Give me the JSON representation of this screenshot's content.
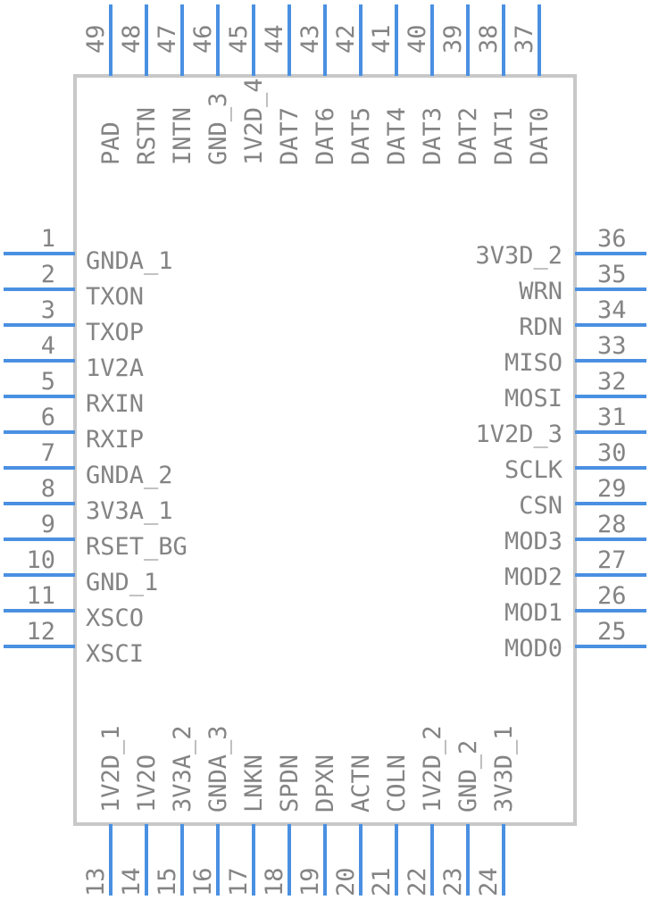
{
  "component": {
    "body_color": "#c8c8c8",
    "pin_color": "#4a90e2",
    "text_color": "#848484"
  },
  "pins": {
    "left": [
      {
        "number": "1",
        "name": "GNDA_1"
      },
      {
        "number": "2",
        "name": "TXON"
      },
      {
        "number": "3",
        "name": "TXOP"
      },
      {
        "number": "4",
        "name": "1V2A"
      },
      {
        "number": "5",
        "name": "RXIN"
      },
      {
        "number": "6",
        "name": "RXIP"
      },
      {
        "number": "7",
        "name": "GNDA_2"
      },
      {
        "number": "8",
        "name": "3V3A_1"
      },
      {
        "number": "9",
        "name": "RSET_BG"
      },
      {
        "number": "10",
        "name": "GND_1"
      },
      {
        "number": "11",
        "name": "XSCO"
      },
      {
        "number": "12",
        "name": "XSCI"
      }
    ],
    "bottom": [
      {
        "number": "13",
        "name": "1V2D_1"
      },
      {
        "number": "14",
        "name": "1V2O"
      },
      {
        "number": "15",
        "name": "3V3A_2"
      },
      {
        "number": "16",
        "name": "GNDA_3"
      },
      {
        "number": "17",
        "name": "LNKN"
      },
      {
        "number": "18",
        "name": "SPDN"
      },
      {
        "number": "19",
        "name": "DPXN"
      },
      {
        "number": "20",
        "name": "ACTN"
      },
      {
        "number": "21",
        "name": "COLN"
      },
      {
        "number": "22",
        "name": "1V2D_2"
      },
      {
        "number": "23",
        "name": "GND_2"
      },
      {
        "number": "24",
        "name": "3V3D_1"
      }
    ],
    "right": [
      {
        "number": "25",
        "name": "MOD0"
      },
      {
        "number": "26",
        "name": "MOD1"
      },
      {
        "number": "27",
        "name": "MOD2"
      },
      {
        "number": "28",
        "name": "MOD3"
      },
      {
        "number": "29",
        "name": "CSN"
      },
      {
        "number": "30",
        "name": "SCLK"
      },
      {
        "number": "31",
        "name": "1V2D_3"
      },
      {
        "number": "32",
        "name": "MOSI"
      },
      {
        "number": "33",
        "name": "MISO"
      },
      {
        "number": "34",
        "name": "RDN"
      },
      {
        "number": "35",
        "name": "WRN"
      },
      {
        "number": "36",
        "name": "3V3D_2"
      }
    ],
    "top": [
      {
        "number": "37",
        "name": "DAT0"
      },
      {
        "number": "38",
        "name": "DAT1"
      },
      {
        "number": "39",
        "name": "DAT2"
      },
      {
        "number": "40",
        "name": "DAT3"
      },
      {
        "number": "41",
        "name": "DAT4"
      },
      {
        "number": "42",
        "name": "DAT5"
      },
      {
        "number": "43",
        "name": "DAT6"
      },
      {
        "number": "44",
        "name": "DAT7"
      },
      {
        "number": "45",
        "name": "1V2D_4"
      },
      {
        "number": "46",
        "name": "GND_3"
      },
      {
        "number": "47",
        "name": "INTN"
      },
      {
        "number": "48",
        "name": "RSTN"
      },
      {
        "number": "49",
        "name": "PAD"
      }
    ]
  }
}
